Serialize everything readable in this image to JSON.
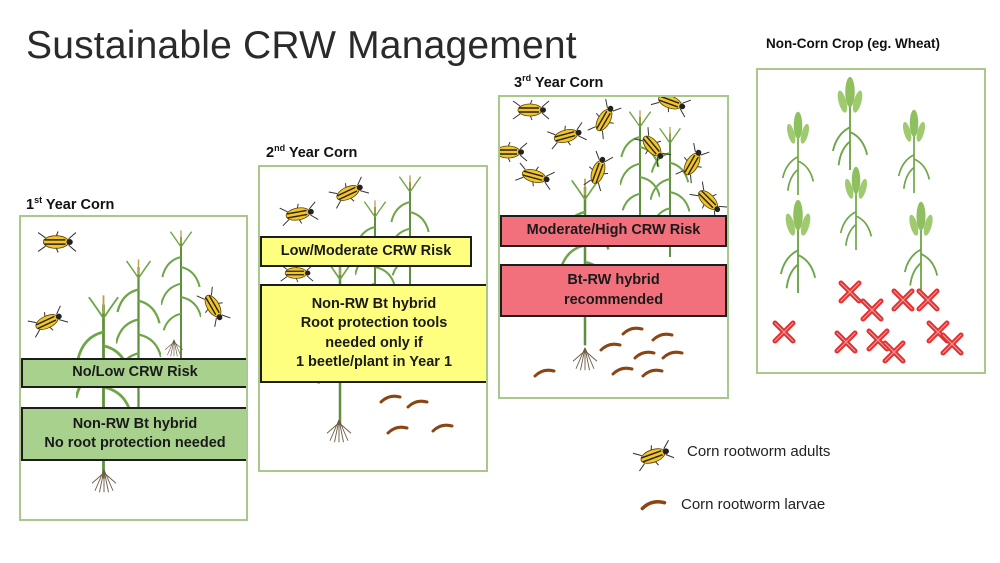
{
  "title": "Sustainable CRW Management",
  "panels": {
    "year1": {
      "label_main": "1",
      "label_sup": "st",
      "label_rest": " Year Corn",
      "risk": "No/Low  CRW Risk",
      "rec_line1": "Non-RW Bt hybrid",
      "rec_line2": "No root protection  needed"
    },
    "year2": {
      "label_main": "2",
      "label_sup": "nd",
      "label_rest": " Year Corn",
      "risk": "Low/Moderate CRW Risk",
      "rec_line1": "Non-RW Bt hybrid",
      "rec_line2": "Root protection  tools",
      "rec_line3": "needed only if",
      "rec_line4": "1 beetle/plant in Year 1"
    },
    "year3": {
      "label_main": "3",
      "label_sup": "rd",
      "label_rest": " Year Corn",
      "risk": "Moderate/High  CRW Risk",
      "rec_line1": "Bt-RW hybrid",
      "rec_line2": "recommended"
    },
    "noncorn": {
      "label": "Non-Corn  Crop  (eg. Wheat)"
    }
  },
  "legend": {
    "adults": "Corn rootworm adults",
    "larvae": "Corn rootworm larvae"
  },
  "colors": {
    "panel_border": "#a8c98a",
    "low_risk": "#a9d18e",
    "mid_risk": "#ffff7f",
    "high_risk": "#f1707b",
    "beetle": "#f2c42a",
    "larva": "#8b4513",
    "x_mark": "#e03030"
  },
  "icons": {
    "adult": "beetle-icon",
    "larva": "larva-icon",
    "x": "x-mark-icon",
    "corn": "corn-plant-icon",
    "wheat": "wheat-plant-icon"
  }
}
